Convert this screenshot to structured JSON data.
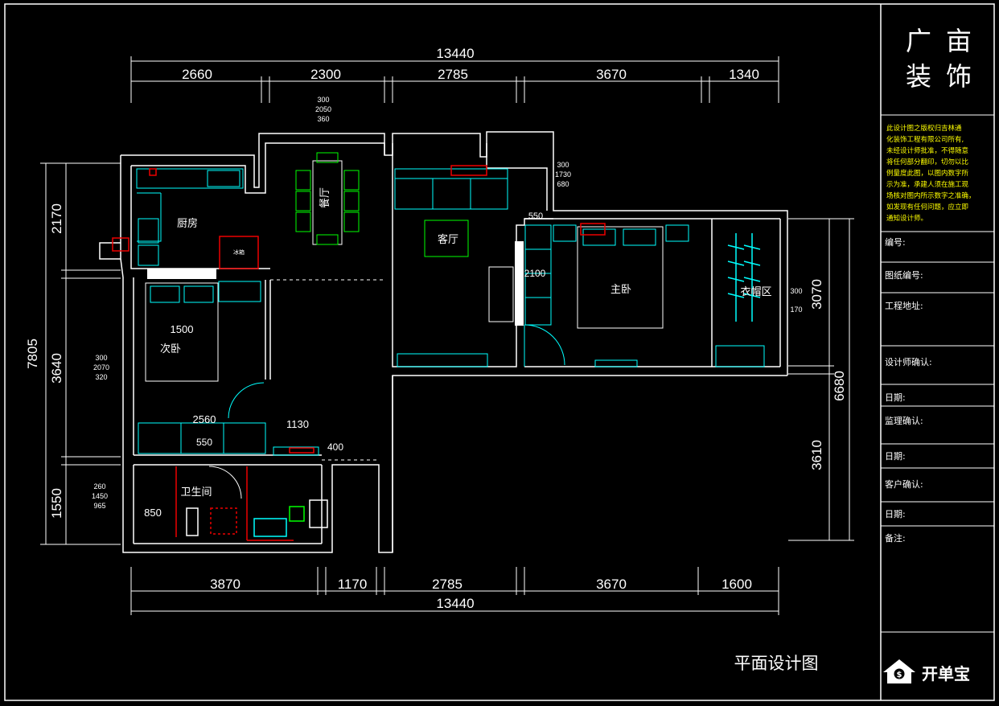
{
  "top_dims": {
    "total": "13440",
    "segments": [
      "2660",
      "2300",
      "2785",
      "3670",
      "1340"
    ]
  },
  "bottom_dims": {
    "total": "13440",
    "segments": [
      "3870",
      "1170",
      "2785",
      "3670",
      "1600"
    ]
  },
  "left_dims": {
    "total": "7805",
    "segments": [
      "2170",
      "3640",
      "1550"
    ]
  },
  "right_dims": {
    "total": "6680",
    "segments": [
      "3070",
      "3610"
    ]
  },
  "annotations": {
    "top_window": [
      "300",
      "2050",
      "360"
    ],
    "right_window": [
      "300",
      "1730",
      "680"
    ],
    "left_window": [
      "300",
      "2070",
      "320"
    ],
    "bath_window": [
      "260",
      "1450",
      "965"
    ],
    "closet_window": [
      "300",
      "170"
    ],
    "bed2_width": "1500",
    "wardrobe_width": "2560",
    "shoe_cabinet": "1130",
    "wardrobe_depth": "550",
    "balcony_depth": "400",
    "master_wardrobe": "2100",
    "master_corridor": "550",
    "bath_width": "850"
  },
  "rooms": {
    "kitchen": "厨房",
    "dining": "餐厅",
    "living": "客厅",
    "master": "主卧",
    "second": "次卧",
    "bath": "卫生间",
    "closet": "衣帽区",
    "fridge": "冰箱"
  },
  "drawing_title": "平面设计图",
  "panel": {
    "company": [
      "广",
      "亩",
      "装",
      "饰"
    ],
    "notes": [
      "此设计图之版权归吉林通",
      "化装饰工程有限公司所有,",
      "未经设计师批准，不得随意",
      "将任何部分翻印，切勿以比",
      "例量度此图，以图内数字所",
      "示为准，承建人须在施工现",
      "场核对图内所示数字之准确，",
      "如发现有任何问题，应立即",
      "通知设计师。"
    ],
    "fields": [
      "编号:",
      "图纸编号:",
      "工程地址:",
      "设计师确认:",
      "日期:",
      "监理确认:",
      "日期:",
      "客户确认:",
      "日期:",
      "备注:"
    ]
  },
  "logo": {
    "text": "开单宝",
    "icon": "house-dollar-icon"
  }
}
